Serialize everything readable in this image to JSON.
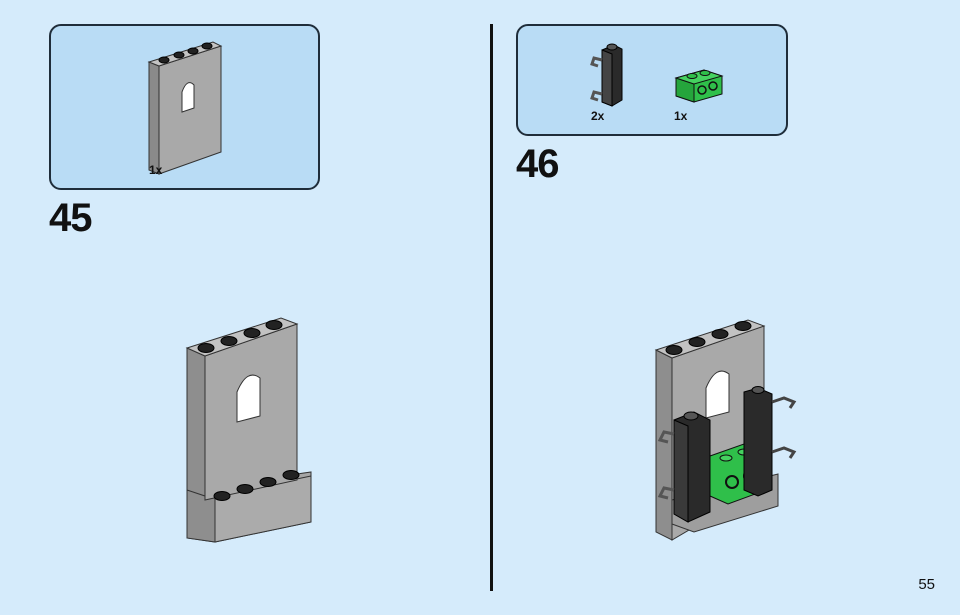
{
  "page": {
    "number": "55"
  },
  "steps": [
    {
      "number": "45",
      "parts": [
        {
          "name": "grey-wall-panel-window",
          "qty": "1x"
        }
      ]
    },
    {
      "number": "46",
      "parts": [
        {
          "name": "black-brick-with-clips",
          "qty": "2x"
        },
        {
          "name": "green-brick-1x2-studs-side",
          "qty": "1x"
        }
      ]
    }
  ],
  "colors": {
    "background": "#d5ebfb",
    "parts_box": "#b9dcf5",
    "grey": "#a8a8a8",
    "black": "#2a2a2a",
    "green": "#2fbf4a"
  }
}
